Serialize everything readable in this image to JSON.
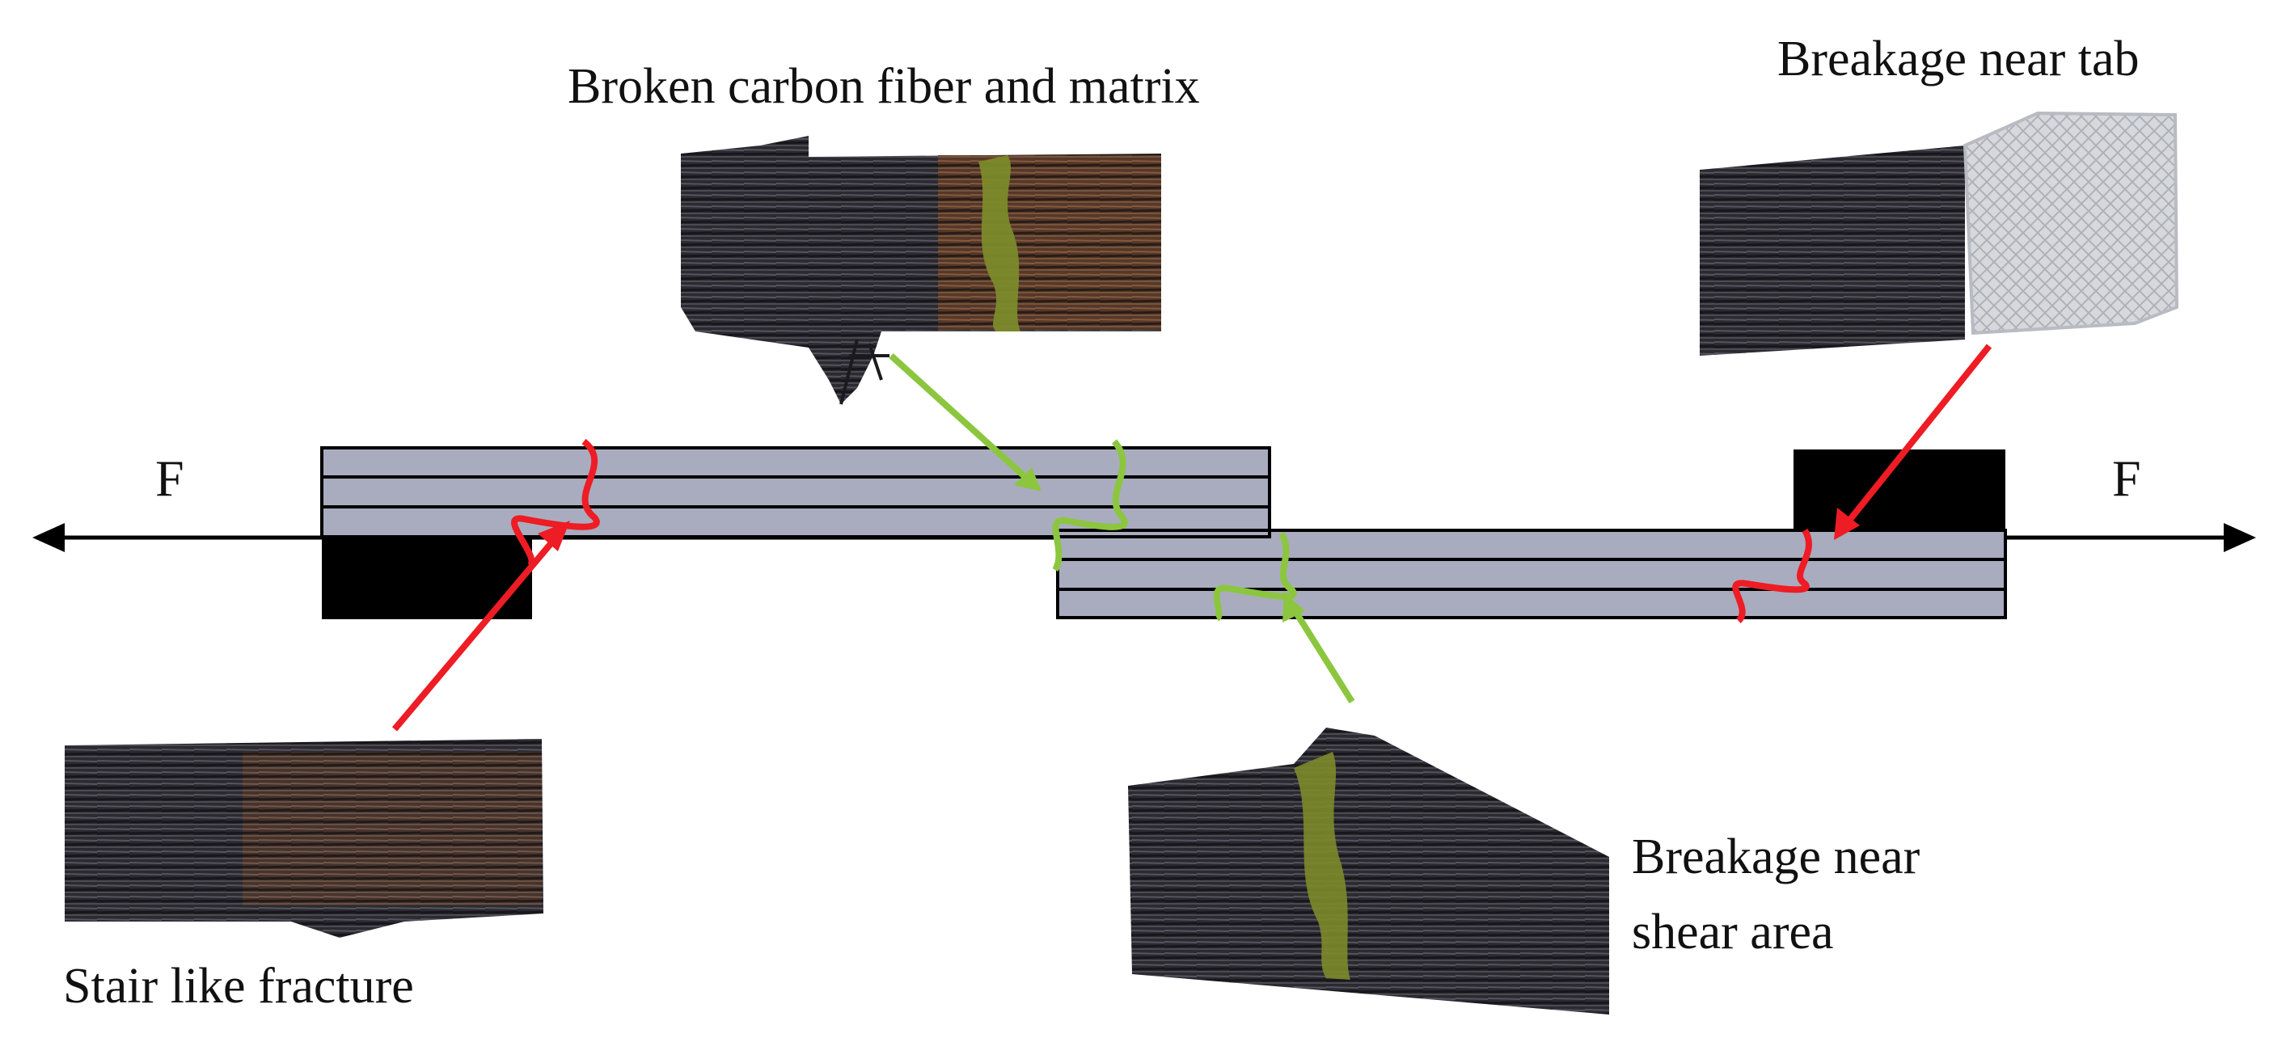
{
  "labels": {
    "broken_fiber": "Broken carbon fiber and matrix",
    "near_tab": "Breakage near tab",
    "stair": "Stair like fracture",
    "shear_line1": "Breakage near",
    "shear_line2": "shear area",
    "force_left": "F",
    "force_right": "F"
  },
  "colors": {
    "laminate": "#a9acbf",
    "tab": "#000000",
    "outline": "#000000",
    "red_arrow": "#ee1c24",
    "green_arrow": "#8cc63f",
    "fiber_dark": "#2b2a31",
    "fiber_copper": "#7a4a2c",
    "resin_green": "#7c8a2a",
    "tab_mesh": "#d6d8dc"
  },
  "icons": {
    "photo_broken_fiber": "photo-broken-carbon-fiber",
    "photo_near_tab": "photo-breakage-near-tab",
    "photo_stair": "photo-stair-fracture",
    "photo_shear": "photo-breakage-shear-area"
  }
}
